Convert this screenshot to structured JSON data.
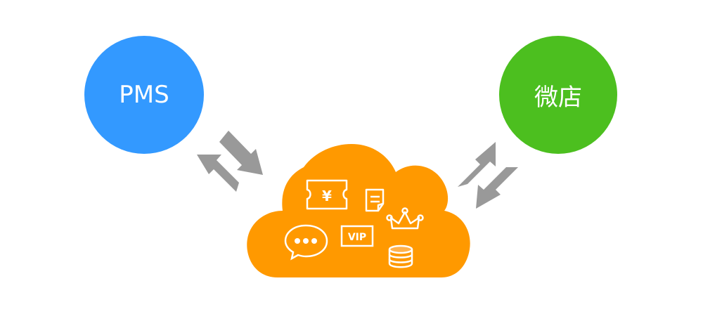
{
  "diagram": {
    "nodes": [
      {
        "id": "pms",
        "label": "PMS",
        "color": "#3399ff"
      },
      {
        "id": "shop",
        "label": "微店",
        "color": "#4cbf1f"
      }
    ],
    "hub": {
      "label": "",
      "color": "#ff9900",
      "shape": "cloud"
    },
    "hub_icons": [
      "ticket-yen-icon",
      "document-icon",
      "crown-icon",
      "chat-bubble-icon",
      "vip-card-icon",
      "coins-stack-icon"
    ],
    "hub_icon_texts": {
      "ticket": "¥",
      "vip": "VIP"
    },
    "connections": [
      {
        "from": "pms",
        "to": "hub",
        "direction": "bidirectional"
      },
      {
        "from": "shop",
        "to": "hub",
        "direction": "bidirectional"
      }
    ],
    "arrow_color": "#999999"
  }
}
